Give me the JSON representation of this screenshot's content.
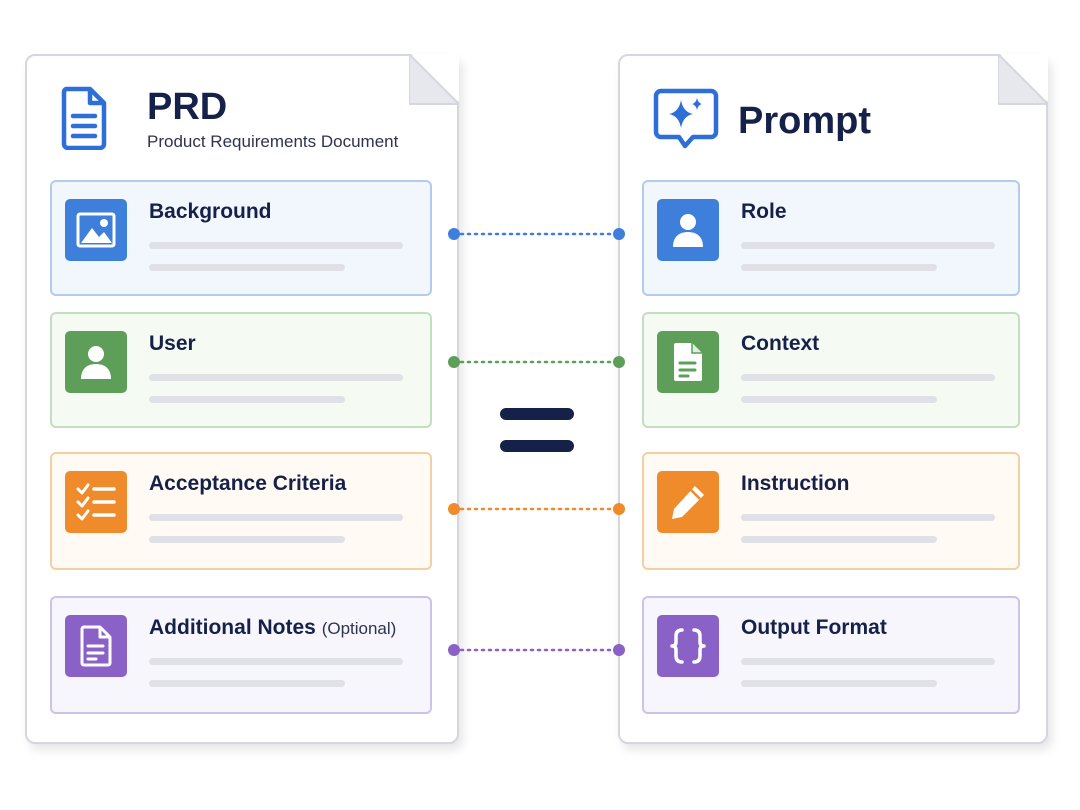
{
  "colors": {
    "navy": "#16214a",
    "blue": "#3d7fdb",
    "green": "#5d9f59",
    "orange": "#ef8b2b",
    "purple": "#8a61c7"
  },
  "prd": {
    "title": "PRD",
    "subtitle": "Product Requirements Document",
    "icon": "document-icon",
    "items": [
      {
        "label": "Background",
        "icon": "image-icon",
        "color": "blue"
      },
      {
        "label": "User",
        "icon": "user-icon",
        "color": "green"
      },
      {
        "label": "Acceptance Criteria",
        "icon": "checklist-icon",
        "color": "orange"
      },
      {
        "label": "Additional Notes",
        "note": "(Optional)",
        "icon": "notes-icon",
        "color": "purple"
      }
    ]
  },
  "prompt": {
    "title": "Prompt",
    "icon": "sparkle-chat-icon",
    "items": [
      {
        "label": "Role",
        "icon": "user-icon",
        "color": "blue"
      },
      {
        "label": "Context",
        "icon": "file-icon",
        "color": "green"
      },
      {
        "label": "Instruction",
        "icon": "pencil-icon",
        "color": "orange"
      },
      {
        "label": "Output Format",
        "icon": "braces-icon",
        "color": "purple"
      }
    ]
  },
  "equals_icon": "equals-icon"
}
